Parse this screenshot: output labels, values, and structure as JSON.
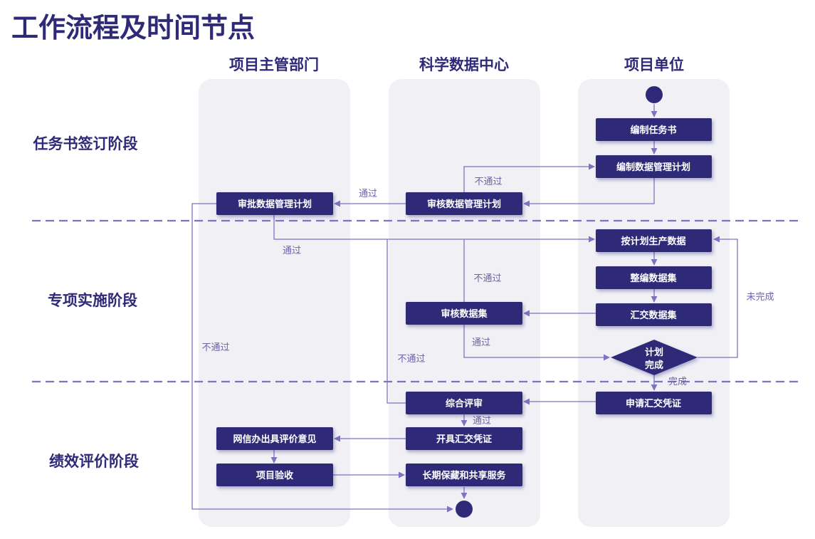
{
  "title": "工作流程及时间节点",
  "lanes": {
    "dept": "项目主管部门",
    "center": "科学数据中心",
    "unit": "项目单位"
  },
  "phases": {
    "p1": "任务书签订阶段",
    "p2": "专项实施阶段",
    "p3": "绩效评价阶段"
  },
  "nodes": {
    "compile_task": "编制任务书",
    "compile_plan": "编制数据管理计划",
    "approve_plan": "审批数据管理计划",
    "review_plan": "审核数据管理计划",
    "produce_data": "按计划生产数据",
    "organize_dataset": "整编数据集",
    "submit_dataset": "汇交数据集",
    "review_dataset": "审核数据集",
    "plan_done_1": "计划",
    "plan_done_2": "完成",
    "apply_cert": "申请汇交凭证",
    "overall_review": "综合评审",
    "issue_cert": "开具汇交凭证",
    "cac_opinion": "网信办出具评价意见",
    "acceptance": "项目验收",
    "preserve_share": "长期保藏和共享服务"
  },
  "edge_labels": {
    "pass_to_approve": "通过",
    "fail_plan": "不通过",
    "pass_approved": "通过",
    "fail_dataset": "不通过",
    "pass_dataset": "通过",
    "incomplete": "未完成",
    "complete": "完成",
    "fail_overall": "不通过",
    "pass_overall": "通过",
    "fail_dept": "不通过"
  },
  "colors": {
    "primary": "#2e2a78",
    "node": "#2e2a78",
    "edge": "#7b74c2",
    "lane_bg": "#f1f0f5",
    "label": "#6a64a8"
  }
}
